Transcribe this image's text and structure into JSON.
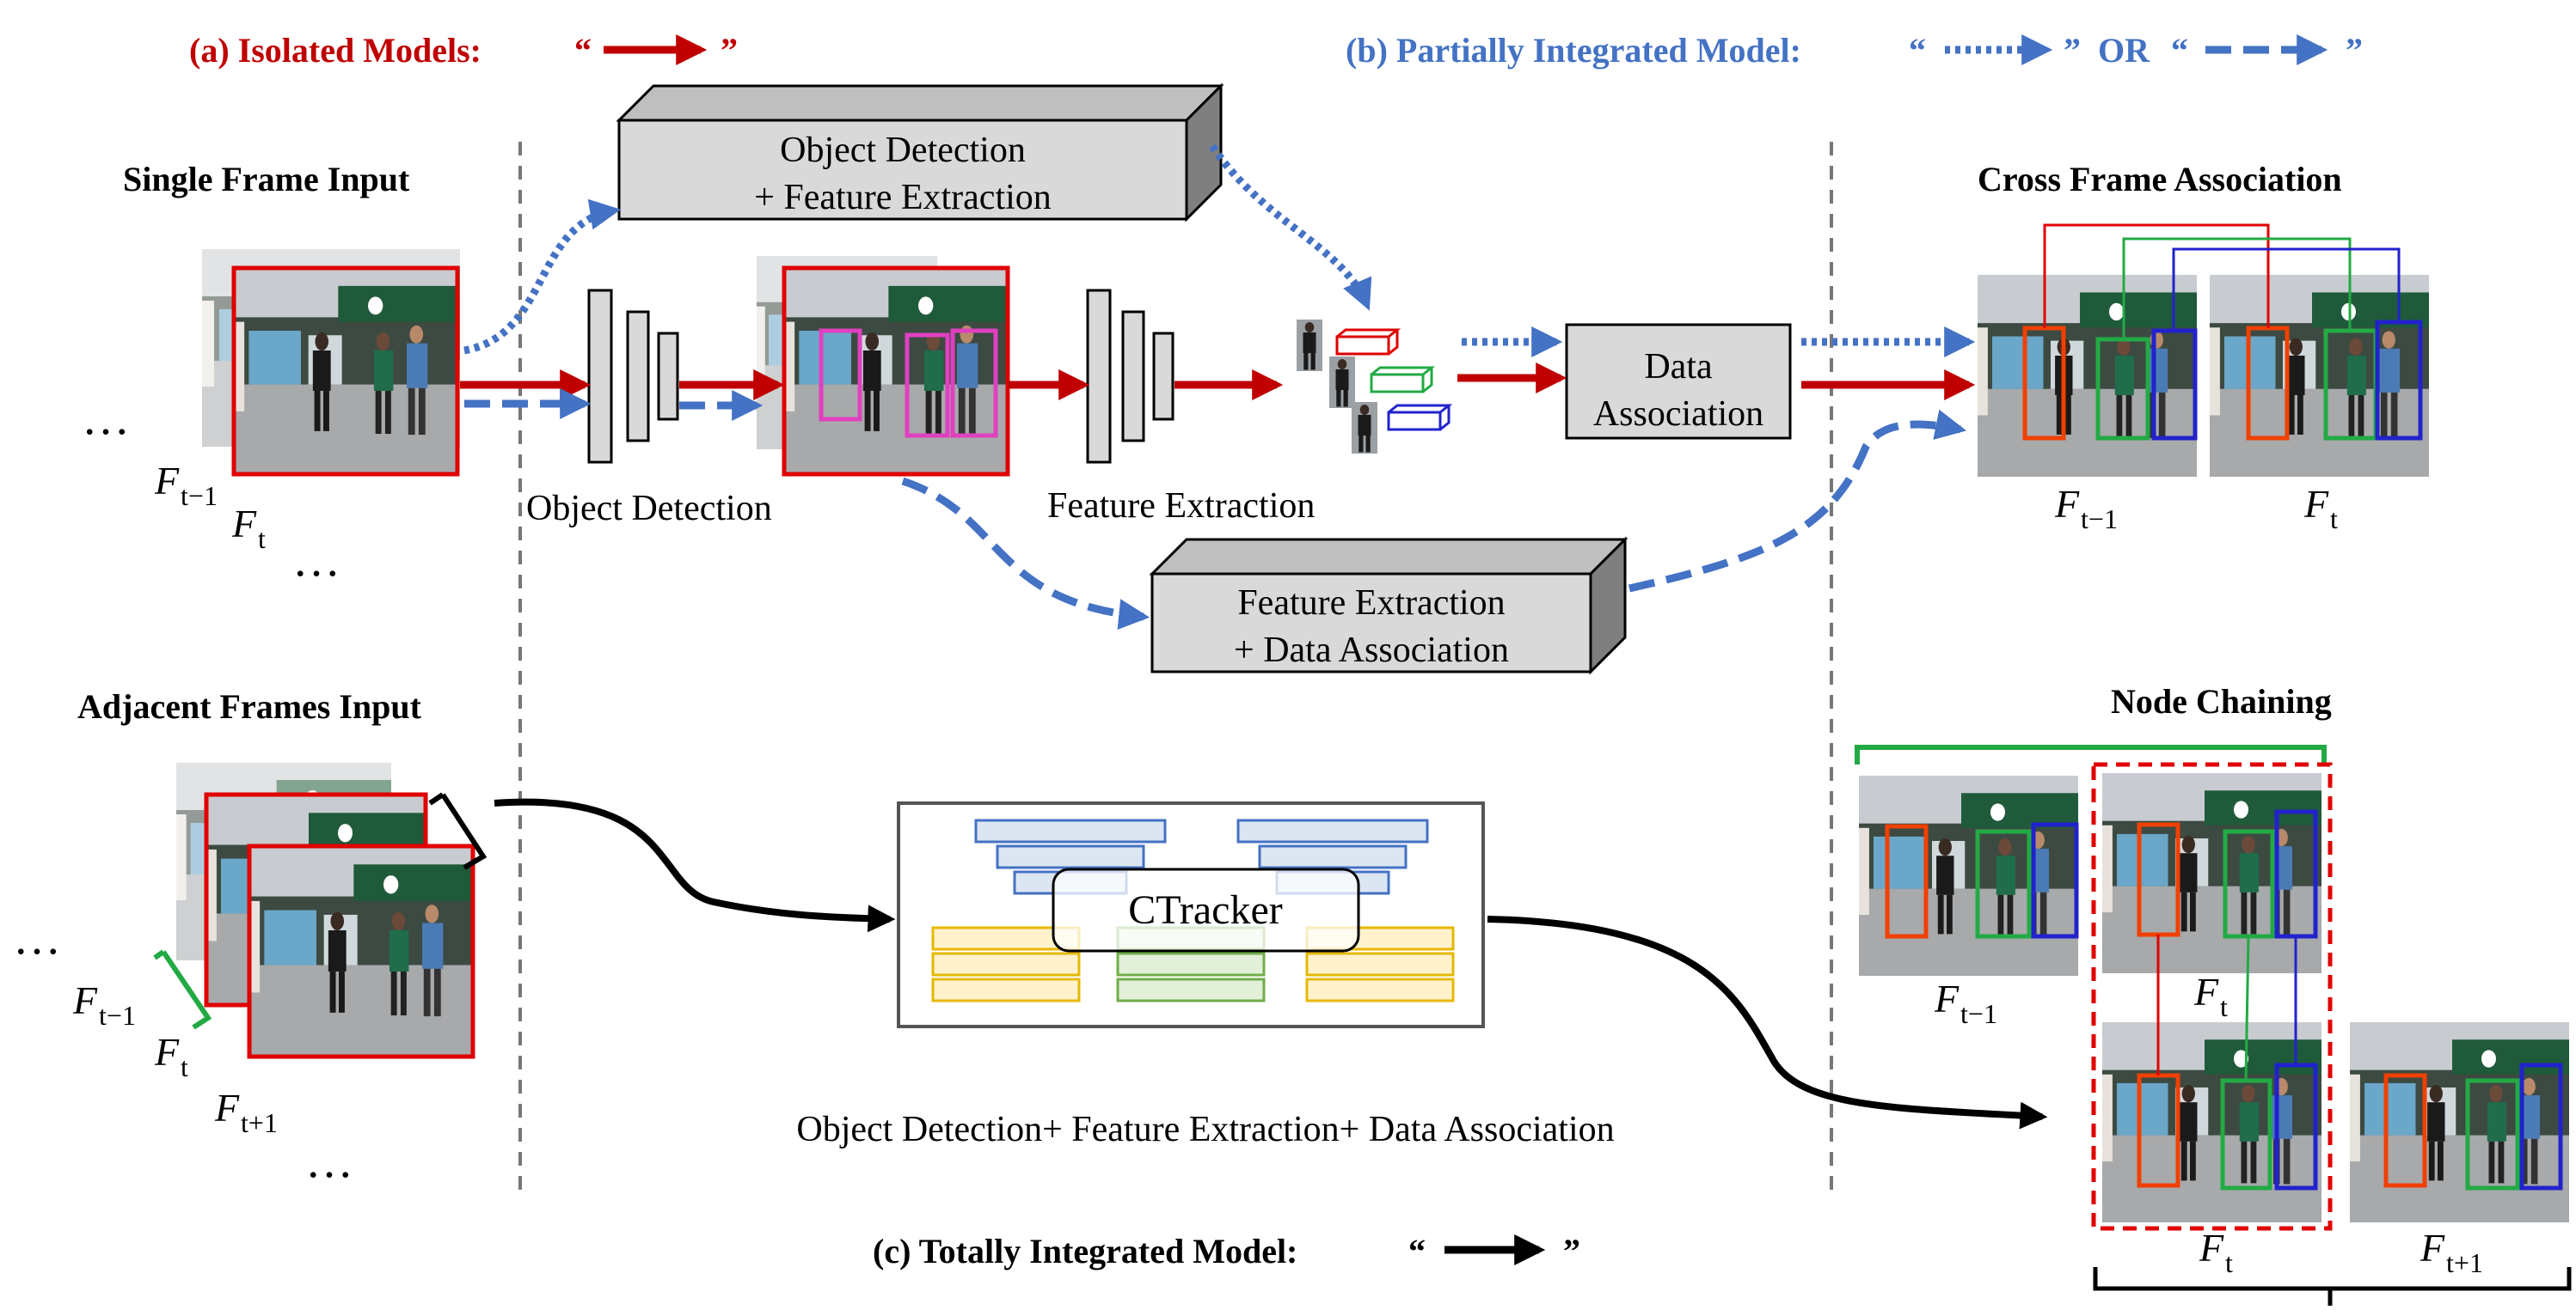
{
  "legend": {
    "isolated": "(a) Isolated Models:",
    "partial": "(b) Partially Integrated Model:",
    "partial_or": "OR",
    "total": "(c) Totally Integrated Model:",
    "open_quote": "“",
    "close_quote": "”"
  },
  "sections": {
    "single_frame": "Single Frame Input",
    "adjacent_frames": "Adjacent Frames Input",
    "cross_frame": "Cross Frame Association",
    "node_chaining": "Node Chaining"
  },
  "modules": {
    "od_fe_line1": "Object Detection",
    "od_fe_line2": "+ Feature Extraction",
    "object_detection": "Object Detection",
    "feature_extraction": "Feature Extraction",
    "data_assoc_line1": "Data",
    "data_assoc_line2": "Association",
    "fe_da_line1": "Feature Extraction",
    "fe_da_line2": "+ Data Association",
    "ctracker": "CTracker",
    "ctracker_caption": "Object Detection+ Feature Extraction+ Data Association"
  },
  "frame_labels": {
    "F": "F",
    "t_minus_1": "t−1",
    "t": "t",
    "t_plus_1": "t+1"
  },
  "ellipsis": "…",
  "colors": {
    "isolated": "#c00000",
    "partial": "#4472c4",
    "total": "#000000",
    "chain_bracket": "#22aa44",
    "box_fill": "#d9d9d9"
  }
}
